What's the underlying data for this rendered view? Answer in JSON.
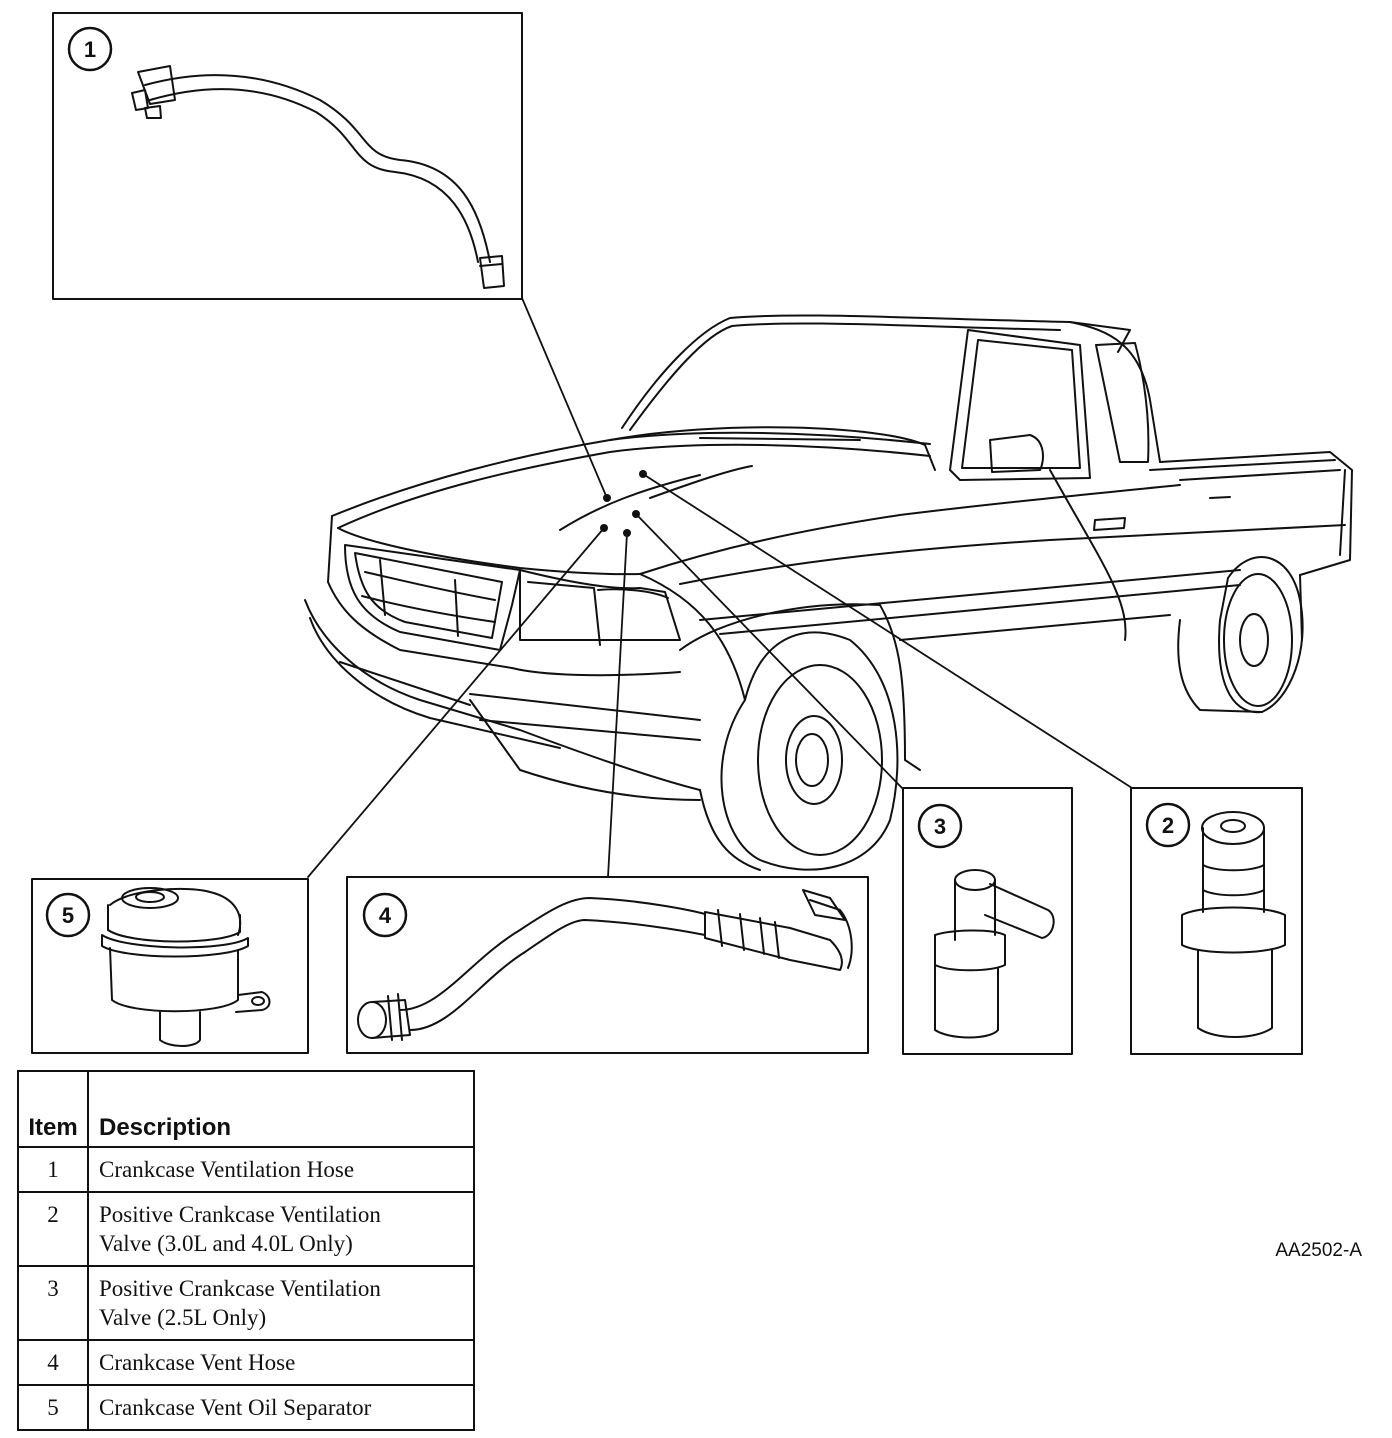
{
  "figure_id": "AA2502-A",
  "callouts": [
    "1",
    "2",
    "3",
    "4",
    "5"
  ],
  "table": {
    "headers": {
      "item": "Item",
      "description": "Description"
    },
    "rows": [
      {
        "item": "1",
        "line1": "Crankcase Ventilation Hose",
        "line2": ""
      },
      {
        "item": "2",
        "line1": "Positive Crankcase Ventilation",
        "line2": "Valve (3.0L and 4.0L Only)"
      },
      {
        "item": "3",
        "line1": "Positive Crankcase Ventilation",
        "line2": "Valve (2.5L Only)"
      },
      {
        "item": "4",
        "line1": "Crankcase Vent Hose",
        "line2": ""
      },
      {
        "item": "5",
        "line1": "Crankcase Vent Oil Separator",
        "line2": ""
      }
    ]
  }
}
